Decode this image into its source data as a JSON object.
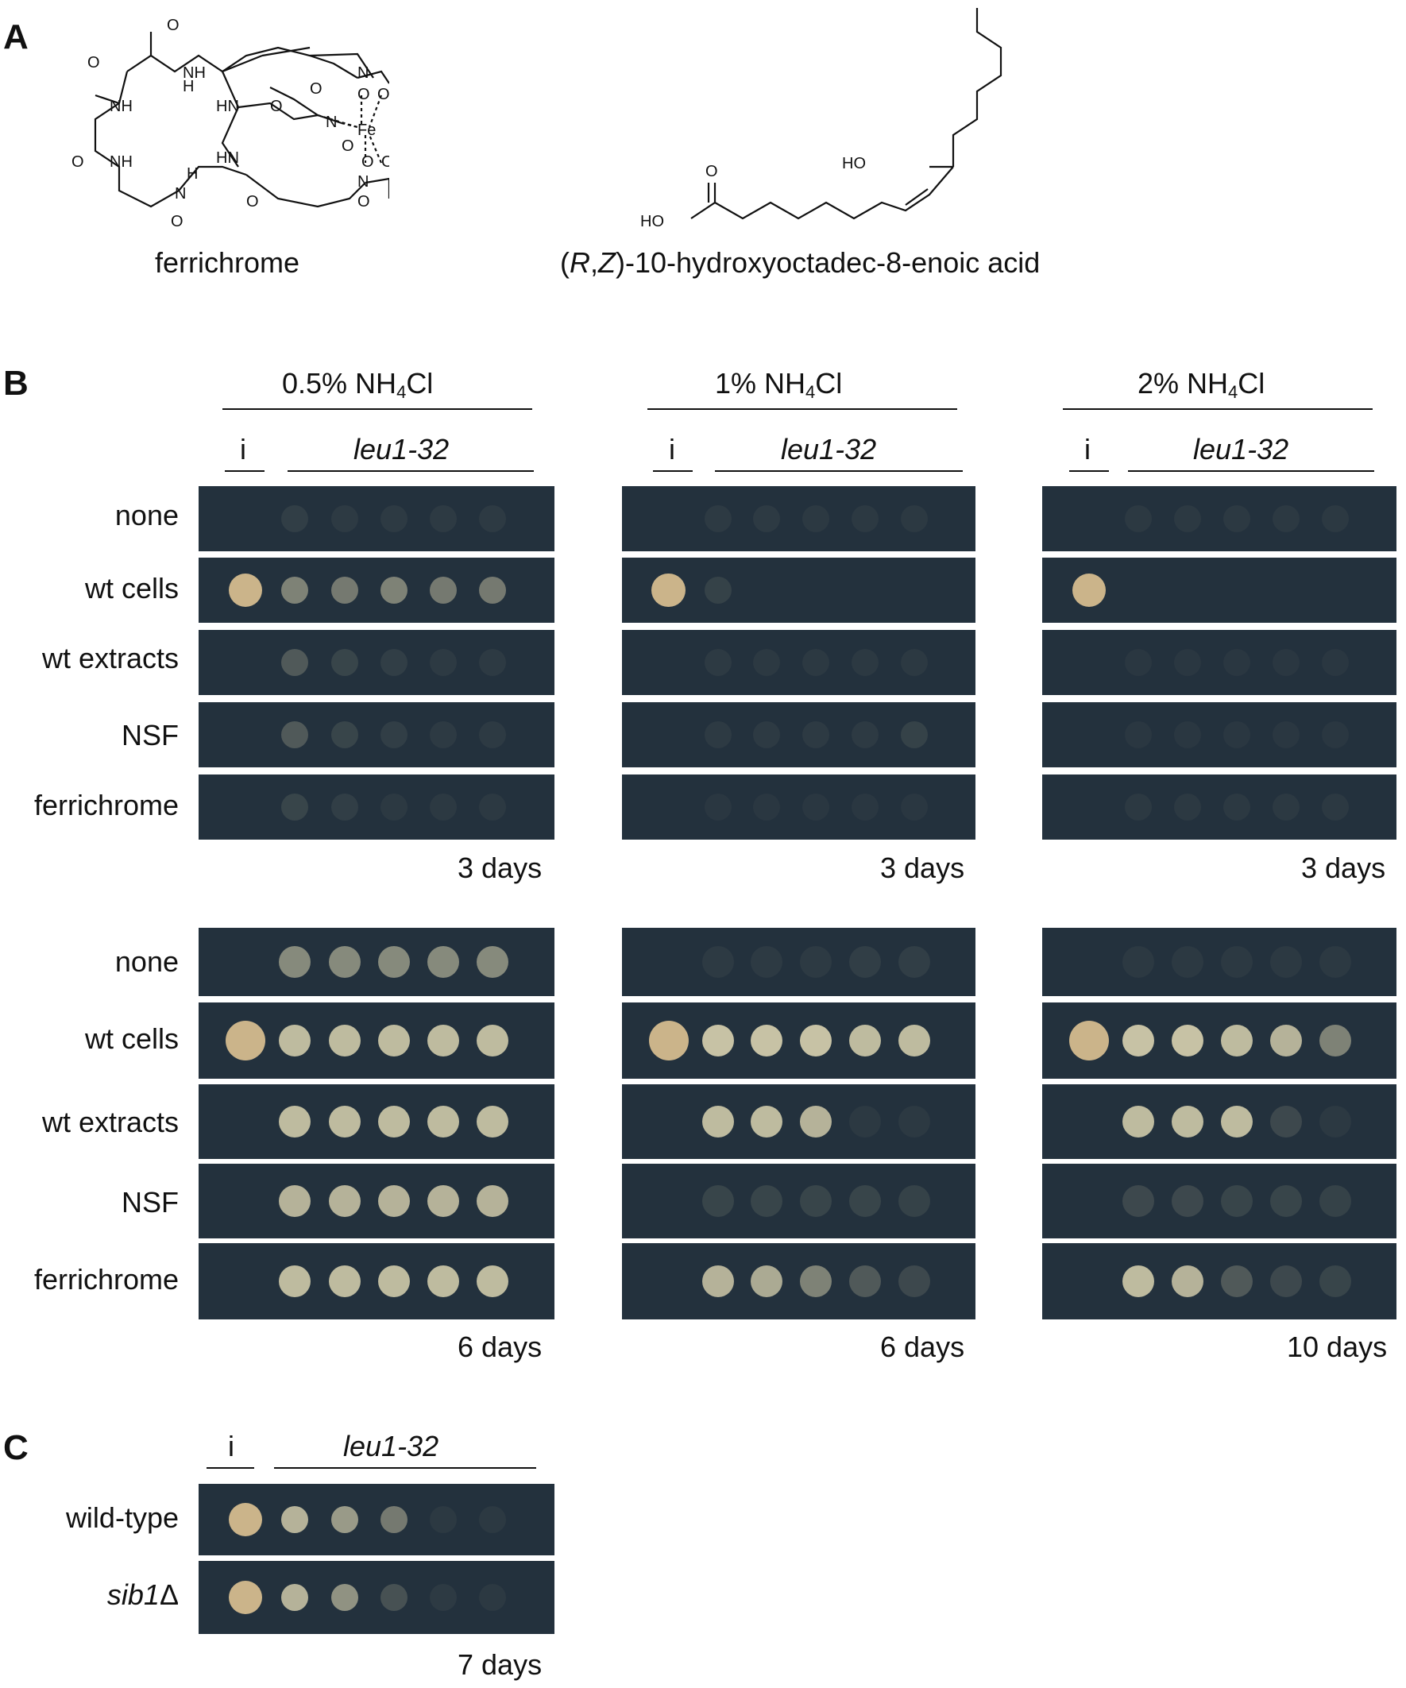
{
  "panel_a": {
    "label": "A",
    "ferrichrome_caption": "ferrichrome",
    "fatty_acid_caption_prefix": "(",
    "fatty_acid_caption_R": "R",
    "fatty_acid_caption_comma": ",",
    "fatty_acid_caption_Z": "Z",
    "fatty_acid_caption_suffix": ")-10-hydroxyoctadec-8-enoic acid",
    "ferrichrome_atoms": [
      "O",
      "NH",
      "H",
      "O",
      "NH",
      "HN",
      "O",
      "O",
      "N",
      "O",
      "O",
      "O",
      "Fe",
      "N",
      "NH",
      "O",
      "HN",
      "H",
      "O",
      "O",
      "N",
      "O",
      "O",
      "O",
      "N"
    ],
    "fa_atoms": [
      "O",
      "HO",
      "HO"
    ]
  },
  "panel_b": {
    "label": "B",
    "columns": [
      {
        "condition_prefix": "0.5% NH",
        "sub": "4",
        "suffix": "Cl"
      },
      {
        "condition_prefix": "1% NH",
        "sub": "4",
        "suffix": "Cl"
      },
      {
        "condition_prefix": "2% NH",
        "sub": "4",
        "suffix": "Cl"
      }
    ],
    "indicator_label": "i",
    "strain_label": "leu1-32",
    "rows": [
      "none",
      "wt cells",
      "wt extracts",
      "NSF",
      "ferrichrome"
    ],
    "top_times": [
      "3 days",
      "3 days",
      "3 days"
    ],
    "bottom_times": [
      "6 days",
      "6 days",
      "10 days"
    ]
  },
  "panel_c": {
    "label": "C",
    "indicator_label": "i",
    "strain_label": "leu1-32",
    "rows": [
      "wild-type",
      "sib1Δ"
    ],
    "row2_italic": "sib1",
    "row2_suffix": "Δ",
    "time": "7 days"
  },
  "colors": {
    "plate": "#23313d",
    "plate_faint": "#2a3a44",
    "spot": "#d9d3b0",
    "indicator_spot": "#cbb48a"
  }
}
